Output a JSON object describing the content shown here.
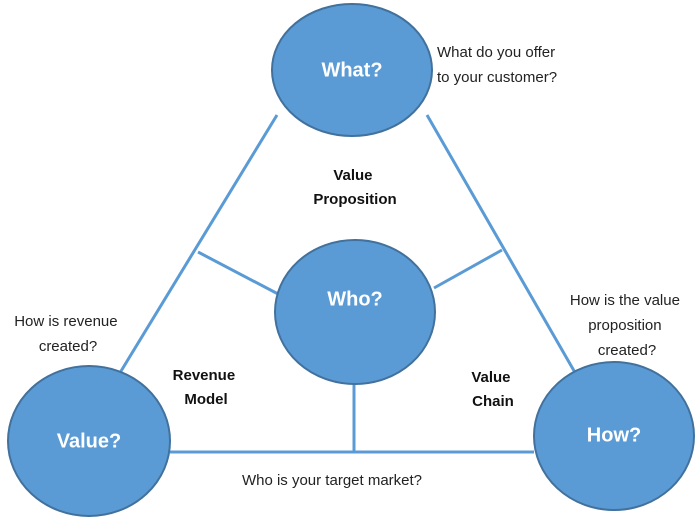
{
  "colors": {
    "node_fill": "#5b9bd5",
    "node_stroke": "#41719c",
    "line": "#5b9bd5",
    "node_text": "#ffffff",
    "label_text": "#111111"
  },
  "nodes": {
    "what": "What?",
    "who": "Who?",
    "value": "Value?",
    "how": "How?"
  },
  "regions": {
    "value_proposition": [
      "Value",
      "Proposition"
    ],
    "revenue_model": [
      "Revenue",
      "Model"
    ],
    "value_chain": [
      "Value",
      "Chain"
    ]
  },
  "questions": {
    "what": [
      "What do you offer",
      "to your customer?"
    ],
    "value": [
      "How is revenue",
      "created?"
    ],
    "how": [
      "How is the value",
      "proposition",
      "created?"
    ],
    "who": "Who is your target market?"
  }
}
